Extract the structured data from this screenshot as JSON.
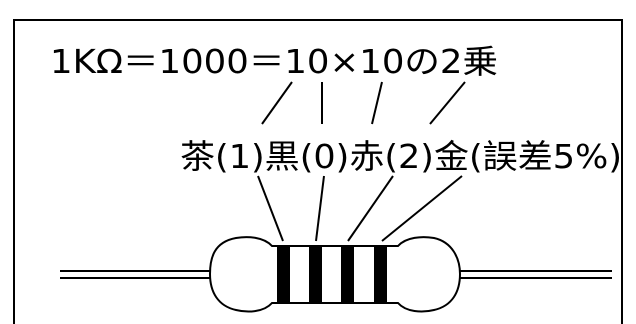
{
  "formula": "1KΩ＝1000＝10×10の2乗",
  "band_labels": [
    {
      "color_name": "茶",
      "digit": "(1)"
    },
    {
      "color_name": "黒",
      "digit": "(0)"
    },
    {
      "color_name": "赤",
      "digit": "(2)"
    },
    {
      "color_name": "金",
      "digit": "(誤差5%)"
    }
  ],
  "band_label_line": "茶(1)黒(0)赤(2)金(誤差5%)",
  "colors": {
    "background": "#ffffff",
    "ink": "#000000",
    "frame": "#000000"
  }
}
